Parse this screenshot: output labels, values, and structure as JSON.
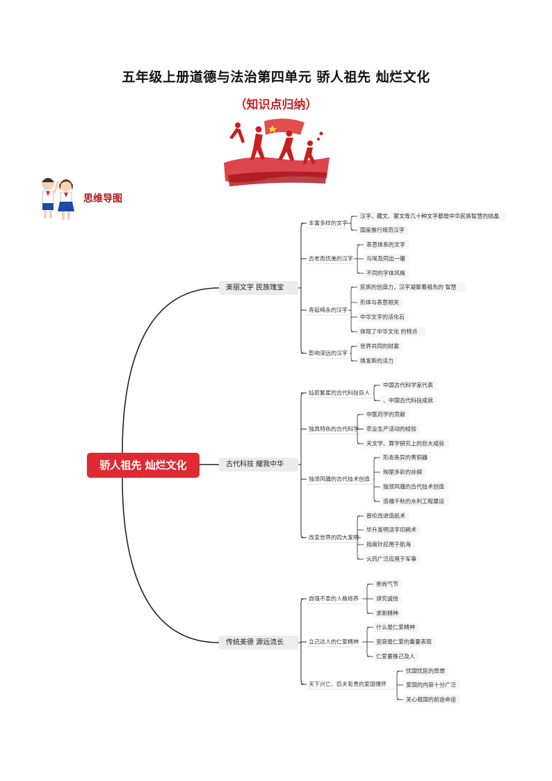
{
  "header": {
    "title": "五年级上册道德与法治第四单元  骄人祖先    灿烂文化",
    "subtitle": "（知识点归纳）"
  },
  "section": {
    "label": "思维导图"
  },
  "colors": {
    "accent": "#e02a33",
    "title_red": "#c81f1f",
    "line": "#222222",
    "branch_bg": "#ececec"
  },
  "mindmap": {
    "root": "骄人祖先 灿烂文化",
    "branches": [
      {
        "label": "美丽文字 民族瑰宝",
        "children": [
          {
            "label": "丰富多样的文字",
            "children": [
              "汉字、藏文、蒙文等几十种文字都是中华民族智慧的结晶",
              "国家推行规范汉字"
            ]
          },
          {
            "label": "古老而优美的汉字",
            "children": [
              "表意体系的文字",
              "与埃及同出一辙",
              "不同的字体风格"
            ]
          },
          {
            "label": "寿延绵永的汉字",
            "children": [
              "民族的创造力，汉字凝聚着祖先的 智慧",
              "形体与表意相关",
              "中华文字的活化石",
              "体现了中华文化 的特点"
            ]
          },
          {
            "label": "影响深远的汉字",
            "children": [
              "世界共同的财富",
              "焕发新的活力"
            ]
          }
        ]
      },
      {
        "label": "古代科技  耀我中华",
        "children": [
          {
            "label": "灿若繁星的古代科技巨人",
            "children": [
              "中国古代科学家代表",
              "、中国古代科技成就"
            ]
          },
          {
            "label": "独具特色的古代科学",
            "children": [
              "中医药学的贡献",
              "农业生产活动的经验",
              "天文学、算学研究上的巨大成就"
            ]
          },
          {
            "label": "独领风骚的古代技术创造",
            "children": [
              "形态各异的青铜器",
              "绚丽多彩的丝绸",
              "独领风骚的古代技术创造",
              "造福千秋的水利工程建设"
            ]
          },
          {
            "label": "改变世界的四大发明",
            "children": [
              "蔡伦改进造纸术",
              "毕升发明活字印刷术",
              "指南针应用于航海",
              "火药广泛应用于军事"
            ]
          }
        ]
      },
      {
        "label": "传统美德    源远流长",
        "children": [
          {
            "label": "自强不息的人格修养",
            "children": [
              "崇尚气节",
              "讲究诚信",
              "求新精神"
            ]
          },
          {
            "label": "立己达人的仁爱精神",
            "children": [
              "什么是仁爱精神",
              "宽容是仁爱的重要表现",
              "仁爱要推己及人"
            ]
          },
          {
            "label": "天下兴亡、匹夫有责的爱国情怀",
            "children": [
              "忧国忧民的思想",
              "爱国的内容十分广泛",
              "关心祖国的前途命运"
            ]
          }
        ]
      }
    ]
  }
}
